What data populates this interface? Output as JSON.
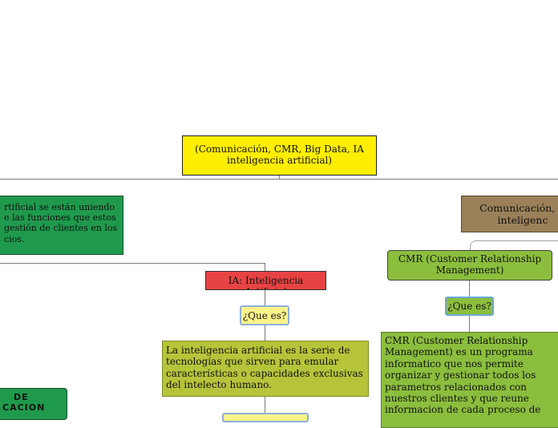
{
  "root": {
    "line1": "(Comunicación, CMR, Big Data, IA",
    "line2": "inteligencia artificial)"
  },
  "left_branch": {
    "text_lines": [
      "rtificial se están uniendo",
      "e las funciones que estos",
      "gestión de clientes en los",
      "cios."
    ],
    "bottom_node": {
      "line1": "DE",
      "line2": "CACION"
    }
  },
  "ia": {
    "title": "IA: Inteligencia Artificial",
    "question": "¿Que es?",
    "definition": "La inteligencia artificial es la serie de tecnologías que sirven para emular características o capacidades exclusivas del intelecto humano."
  },
  "right_branch": {
    "title_line1": "Comunicación, C",
    "title_line2": "inteligenc",
    "crm": {
      "title": "CMR (Customer Relationship Management)",
      "question": "¿Que es?",
      "definition": "CMR (Customer Relationship Management) es un programa informatico que nos permite organizar y gestionar todos los parametros relacionados con nuestros clientes y que reune informacion de cada proceso de"
    }
  },
  "colors": {
    "root": "#ffee00",
    "green": "#1f9a4c",
    "brown": "#9b815a",
    "red": "#e84343",
    "olive": "#b6c43a",
    "lime": "#8bbe3d",
    "pale_yellow": "#fbf38a"
  }
}
